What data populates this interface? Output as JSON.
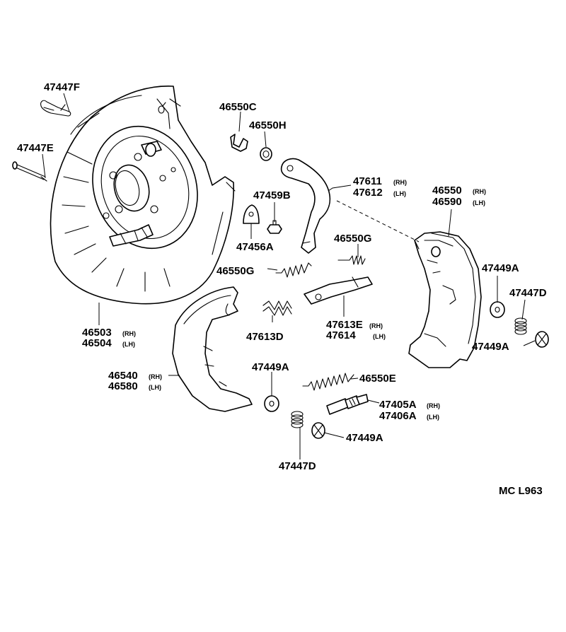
{
  "labels": {
    "p47447F": "47447F",
    "p47447E": "47447E",
    "p46550C": "46550C",
    "p46550H": "46550H",
    "p47611": "47611",
    "p47611_side": "(RH)",
    "p47612": "47612",
    "p47612_side": "(LH)",
    "p46550": "46550",
    "p46550_side": "(RH)",
    "p46590": "46590",
    "p46590_side": "(LH)",
    "p47459B": "47459B",
    "p47456A": "47456A",
    "p46550G_a": "46550G",
    "p46550G_b": "46550G",
    "p47449A_a": "47449A",
    "p47447D_a": "47447D",
    "p47449A_b": "47449A",
    "p46503": "46503",
    "p46503_side": "(RH)",
    "p46504": "46504",
    "p46504_side": "(LH)",
    "p47613D": "47613D",
    "p47613E": "47613E",
    "p47613E_side": "(RH)",
    "p47614": "47614",
    "p47614_side": "(LH)",
    "p46540": "46540",
    "p46540_side": "(RH)",
    "p46580": "46580",
    "p46580_side": "(LH)",
    "p47449A_c": "47449A",
    "p46550E": "46550E",
    "p47405A": "47405A",
    "p47405A_side": "(RH)",
    "p47406A": "47406A",
    "p47406A_side": "(LH)",
    "p47449A_d": "47449A",
    "p47447D_b": "47447D",
    "code": "MC L963"
  },
  "colors": {
    "ink": "#000000",
    "paper": "#ffffff"
  }
}
